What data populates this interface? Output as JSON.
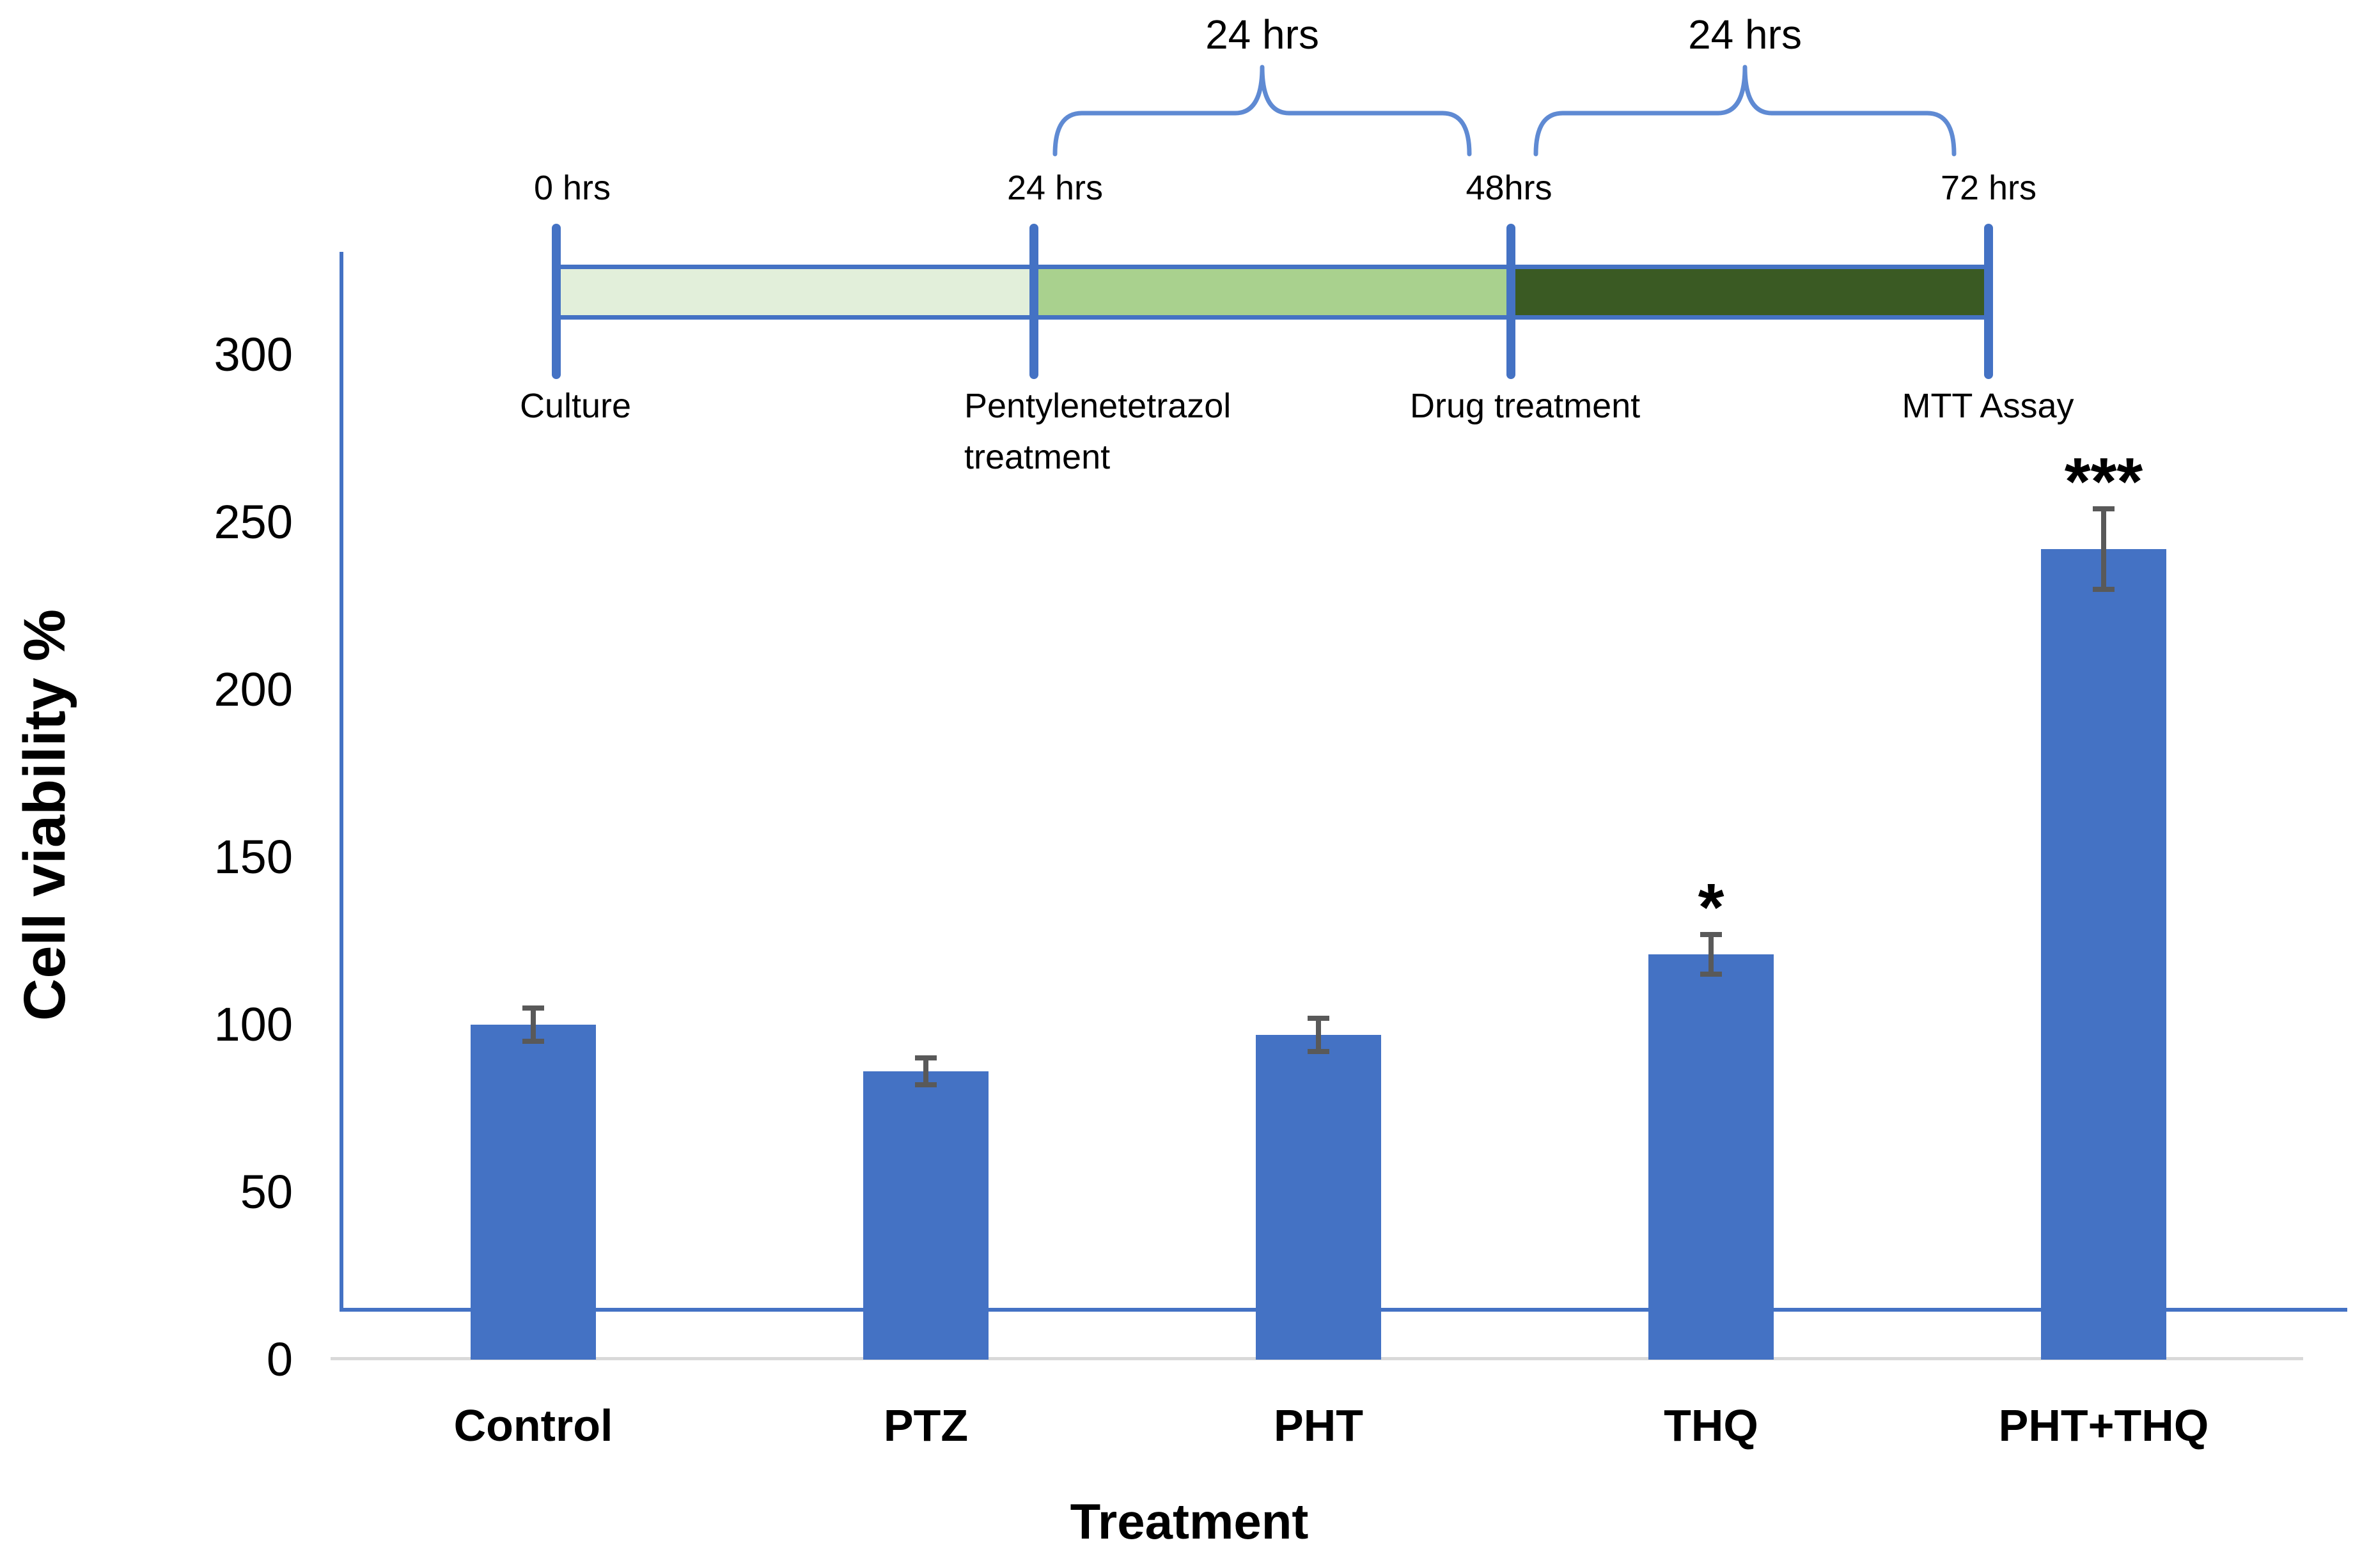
{
  "figure": {
    "y_axis_title": "Cell viability %",
    "x_axis_title": "Treatment"
  },
  "timeline": {
    "points": [
      {
        "time": "0 hrs",
        "stage": "Culture"
      },
      {
        "time": "24 hrs",
        "stage": "Pentylenetetrazol treatment"
      },
      {
        "time": "48hrs",
        "stage": "Drug treatment"
      },
      {
        "time": "72 hrs",
        "stage": "MTT Assay"
      }
    ],
    "intervals": [
      {
        "label": "24 hrs"
      },
      {
        "label": "24 hrs"
      }
    ],
    "segment_colors": [
      "#E2EFDA",
      "#A9D18E",
      "#3A5A23"
    ],
    "tick_color": "#4472C4",
    "brace_color": "#5F8AD3"
  },
  "chart_data": {
    "type": "bar",
    "title": "",
    "categories": [
      "Control",
      "PTZ",
      "PHT",
      "THQ",
      "PHT+THQ"
    ],
    "values": [
      100,
      86,
      97,
      121,
      242
    ],
    "errors": [
      5,
      4,
      5,
      6,
      12
    ],
    "annotations": [
      "",
      "",
      "",
      "*",
      "***"
    ],
    "xlabel": "Treatment",
    "ylabel": "Cell viability %",
    "yticks": [
      0,
      50,
      100,
      150,
      200,
      250,
      300
    ],
    "ylim": [
      0,
      330
    ],
    "grid": false,
    "legend": false,
    "bar_color": "#4472C4",
    "error_color": "#595959",
    "axis_color": "#4472C4",
    "baseline_color": "#D9D9D9",
    "text_color": "#000000"
  }
}
